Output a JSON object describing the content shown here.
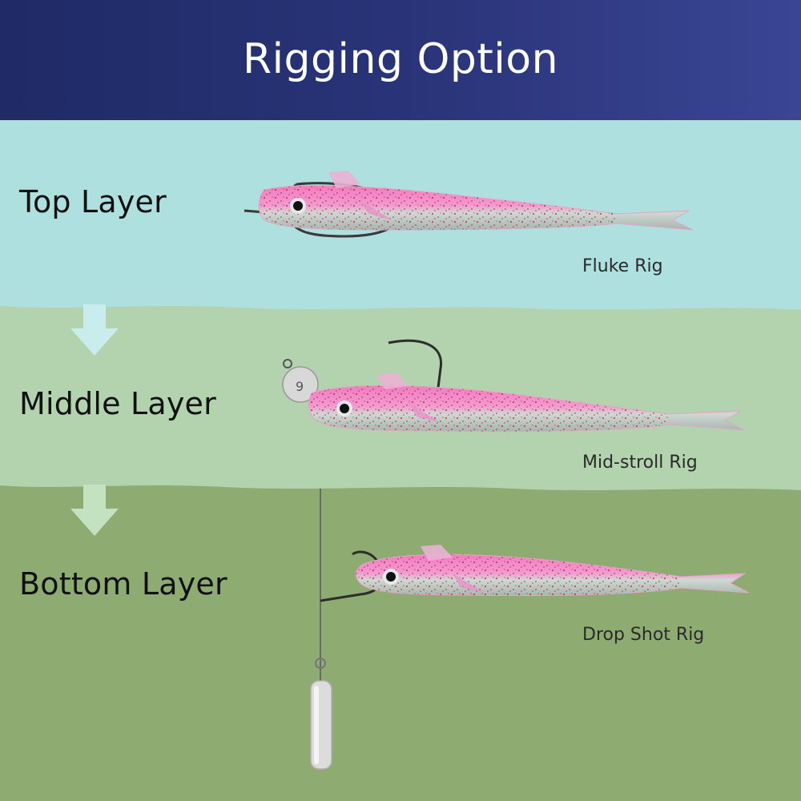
{
  "header": {
    "title": "Rigging Option"
  },
  "layers": [
    {
      "label": "Top Layer",
      "rig": "Fluke Rig"
    },
    {
      "label": "Middle Layer",
      "rig": "Mid-stroll Rig"
    },
    {
      "label": "Bottom Layer",
      "rig": "Drop Shot Rig"
    }
  ],
  "colors": {
    "header_start": "#1f2a66",
    "header_end": "#3a4694",
    "top_band": "#aee0e0",
    "middle_band": "#b2d3ae",
    "bottom_band": "#8eab72",
    "arrow": "#c9ecec",
    "lure_pink": "#f08ac4"
  },
  "icons": [
    "down-arrow-icon",
    "fish-lure-icon",
    "hook-icon",
    "jig-head-icon",
    "sinker-icon"
  ]
}
